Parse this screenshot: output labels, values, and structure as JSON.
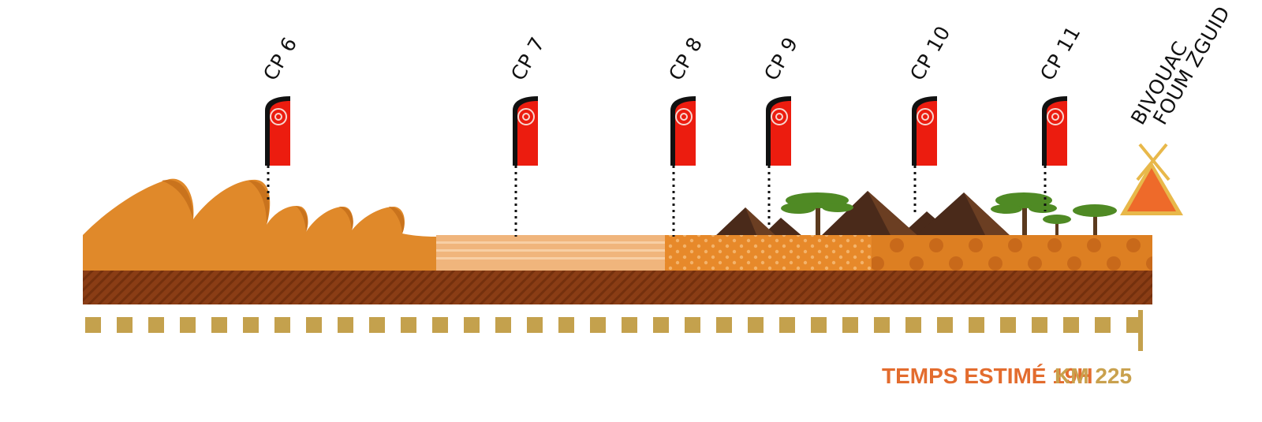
{
  "checkpoints": [
    {
      "label": "CP 6"
    },
    {
      "label": "CP 7"
    },
    {
      "label": "CP 8"
    },
    {
      "label": "CP 9"
    },
    {
      "label": "CP 10"
    },
    {
      "label": "CP 11"
    }
  ],
  "bivouac": {
    "line1": "BIVOUAC",
    "line2": "FOUM ZGUID"
  },
  "footer": {
    "time_label": "TEMPS ESTIMÉ 19H",
    "distance_label": "KM 225"
  },
  "colors": {
    "dunes": "#e0892a",
    "dune_shadow": "#c9731d",
    "flat_sand": "#f0b57c",
    "flat_sand_stripe": "#f7cfa5",
    "dotted_ground": "#e7892a",
    "pebble_ground": "#dd7f22",
    "pebble": "#c8691a",
    "soil": "#8a3d15",
    "soil_stripe": "#74300d",
    "track": "#c4a14d",
    "flag_red": "#ec1c0f",
    "flag_pole": "#111111",
    "tree_canopy": "#4f8a24",
    "tree_trunk": "#5b3a1e",
    "mountain": "#4a2a1a",
    "tent": "#ee6a2a",
    "tent_border": "#e8b84a",
    "time_text": "#e36c2e",
    "distance_text": "#c9a14e"
  },
  "icons": [
    "flag-icon",
    "tent-icon",
    "tree-icon",
    "mountain-icon"
  ]
}
